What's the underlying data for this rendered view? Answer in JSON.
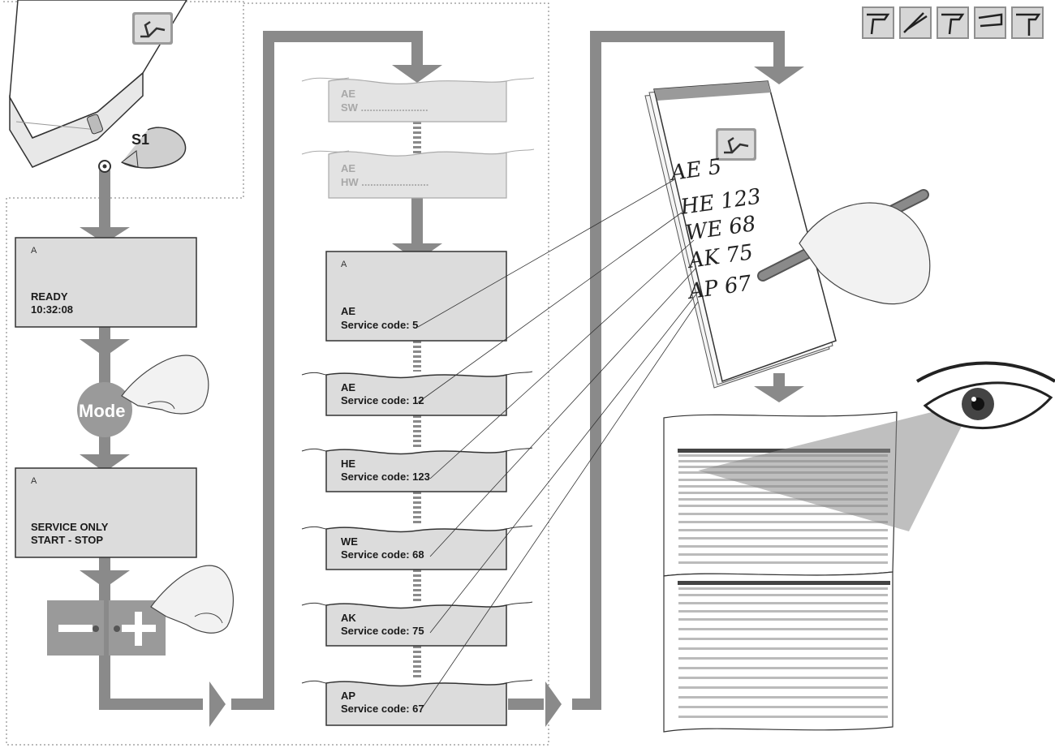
{
  "device": {
    "switch_label": "S1",
    "icon": "dental-chair-icon"
  },
  "displays": [
    {
      "letter": "A",
      "line1": "READY",
      "line2": "10:32:08"
    },
    {
      "letter": "A",
      "line1": "SERVICE ONLY",
      "line2": "START - STOP"
    }
  ],
  "mode_button": {
    "label": "Mode"
  },
  "plus_minus": {
    "minus": "−",
    "plus": "+"
  },
  "faded_screens": [
    {
      "line1": "AE",
      "line2": "SW ......................."
    },
    {
      "line1": "AE",
      "line2": "HW ......................."
    }
  ],
  "service_screens": [
    {
      "letter": "A",
      "code": "AE",
      "label": "Service code: 5"
    },
    {
      "code": "AE",
      "label": "Service code: 12"
    },
    {
      "code": "HE",
      "label": "Service code: 123"
    },
    {
      "code": "WE",
      "label": "Service code: 68"
    },
    {
      "code": "AK",
      "label": "Service code: 75"
    },
    {
      "code": "AP",
      "label": "Service code: 67"
    }
  ],
  "notepad": {
    "icon": "dental-chair-icon",
    "lines": [
      "AE  5",
      "HE  123",
      "WE  68",
      "AK  75",
      "AP  67"
    ]
  },
  "top_icons": [
    "instrument-1-icon",
    "instrument-2-icon",
    "instrument-3-icon",
    "instrument-4-icon",
    "instrument-5-icon"
  ]
}
